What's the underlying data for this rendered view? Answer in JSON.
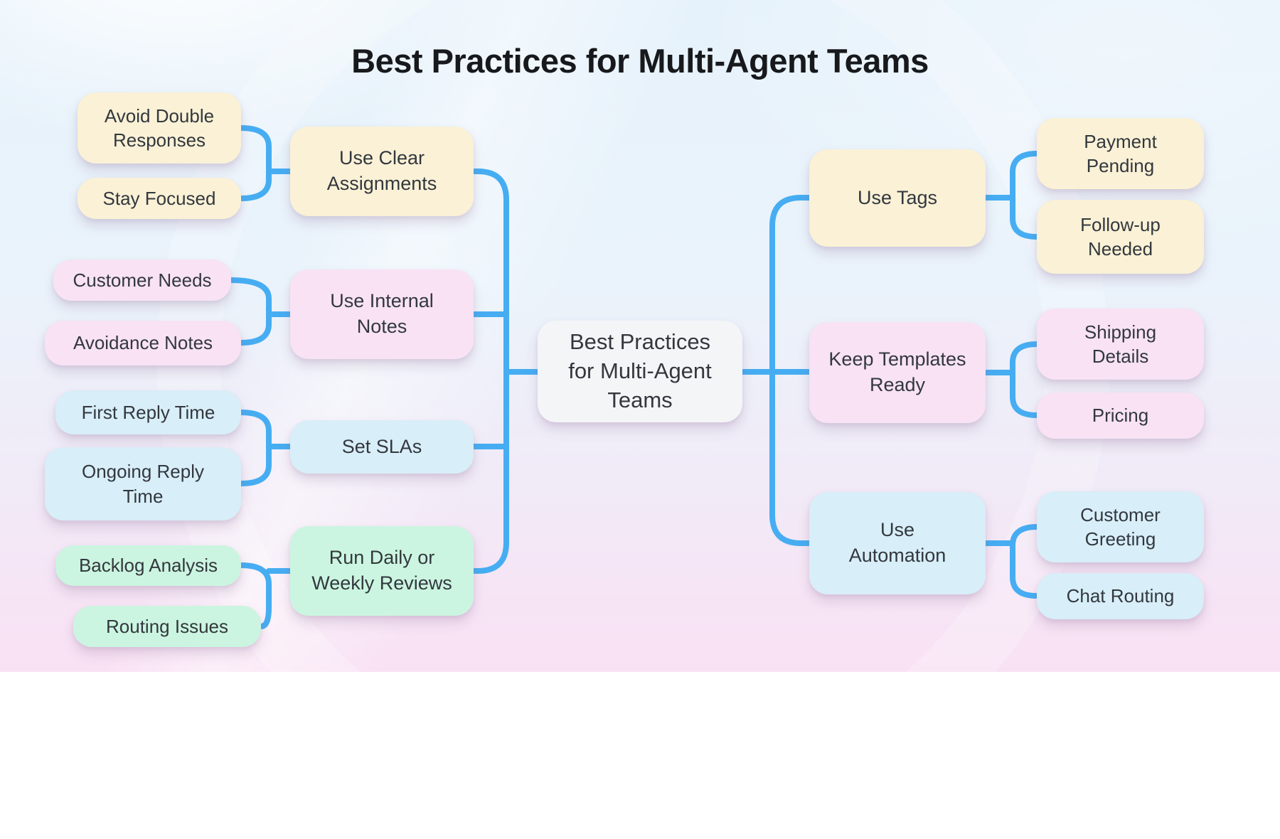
{
  "title": "Best Practices for Multi-Agent Teams",
  "center": {
    "label": "Best Practices for Multi-Agent Teams"
  },
  "left_branches": [
    {
      "label": "Use Clear Assignments",
      "color": "yellow",
      "children": [
        "Avoid Double Responses",
        "Stay Focused"
      ]
    },
    {
      "label": "Use Internal Notes",
      "color": "pink",
      "children": [
        "Customer Needs",
        "Avoidance Notes"
      ]
    },
    {
      "label": "Set SLAs",
      "color": "blue",
      "children": [
        "First Reply Time",
        "Ongoing Reply Time"
      ]
    },
    {
      "label": "Run Daily or Weekly Reviews",
      "color": "green",
      "children": [
        "Backlog Analysis",
        "Routing Issues"
      ]
    }
  ],
  "right_branches": [
    {
      "label": "Use Tags",
      "color": "yellow",
      "children": [
        "Payment Pending",
        "Follow-up Needed"
      ]
    },
    {
      "label": "Keep Templates Ready",
      "color": "pink",
      "children": [
        "Shipping Details",
        "Pricing"
      ]
    },
    {
      "label": "Use Automation",
      "color": "blue",
      "children": [
        "Customer Greeting",
        "Chat Routing"
      ]
    }
  ],
  "theme": {
    "bg_top": "#E6F2FB",
    "bg_bottom": "#F9E1F4",
    "connector": "#46ADF2",
    "yellow": "#FAF1D6",
    "pink": "#F8E2F4",
    "blue": "#D8EEF9",
    "green": "#CBF5E0",
    "center_fill": "#F4F5F7",
    "text": "#33383E",
    "title_text": "#17191C"
  }
}
